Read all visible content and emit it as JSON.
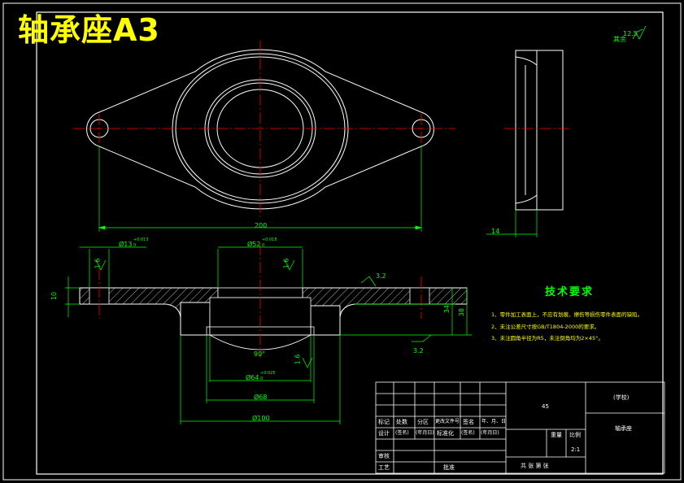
{
  "drawing": {
    "title": "轴承座A3",
    "roughness": {
      "value": "12.5",
      "note": "其余"
    }
  },
  "dimensions": {
    "overall_length": "200",
    "side_thickness": "14",
    "hole_dia": "Ø13",
    "hole_tol_upper": "+0.013",
    "hole_tol_lower": "0",
    "bore_dia": "Ø52",
    "bore_tol_upper": "+0.018",
    "bore_tol_lower": "0",
    "flange_thk": "10",
    "height_a": "34",
    "height_b": "38",
    "roughness_top": "3.2",
    "roughness_bottom": "3.2",
    "roughness_hole": "1.6",
    "roughness_bore": "1.6",
    "roughness_inner": "1.6",
    "angle": "90°",
    "inner_dia": "Ø64",
    "inner_tol_upper": "+0.025",
    "inner_tol_lower": "0",
    "dia_68": "Ø68",
    "dia_100": "Ø100"
  },
  "tech_req": {
    "title": "技术要求",
    "items": [
      "1、零件加工表面上，不应有划痕、擦伤等损伤零件表面的缺陷。",
      "2、未注公差尺寸按GB/T1804-2000的要求。",
      "3、未注圆角半径为R5，未注倒角均为2×45°。"
    ]
  },
  "title_block": {
    "material": "45",
    "school": "(学校)",
    "part_name": "轴承座",
    "scale": "2:1",
    "weight_label": "重量",
    "scale_label": "比例",
    "sheets": "共  张  第  张",
    "row_labels": [
      "标记",
      "处数",
      "分区",
      "更改文件号",
      "签名",
      "年、月、日"
    ],
    "design": [
      "设计",
      "(签名)",
      "(年月日)",
      "标准化",
      "(签名)",
      "(年月日)"
    ],
    "review": "审核",
    "process": "工艺",
    "approve": "批准"
  }
}
